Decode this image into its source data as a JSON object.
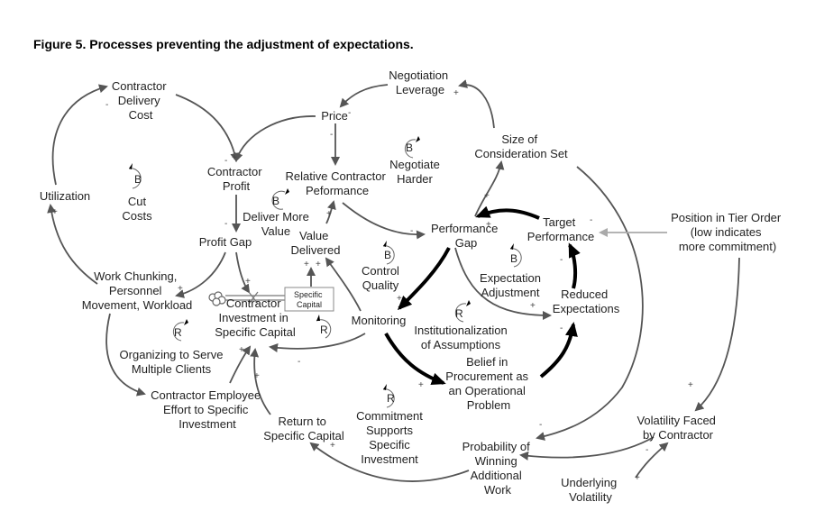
{
  "title": "Figure 5. Processes preventing the adjustment of expectations.",
  "variables": {
    "contractor_delivery_cost": [
      "Contractor",
      "Delivery",
      "Cost"
    ],
    "utilization": [
      "Utilization"
    ],
    "price": [
      "Price"
    ],
    "negotiation_leverage": [
      "Negotiation",
      "Leverage"
    ],
    "size_of_consideration_set": [
      "Size of",
      "Consideration Set"
    ],
    "contractor_profit": [
      "Contractor",
      "Profit"
    ],
    "relative_contractor_performance": [
      "Relative Contractor",
      "Peformance"
    ],
    "profit_gap": [
      "Profit Gap"
    ],
    "value_delivered": [
      "Value",
      "Delivered"
    ],
    "performance_gap": [
      "Performance",
      "Gap"
    ],
    "target_performance": [
      "Target",
      "Performance"
    ],
    "position_in_tier_order": [
      "Position in Tier Order",
      "(low indicates",
      "more commitment)"
    ],
    "work_chunking": [
      "Work Chunking,",
      "Personnel",
      "Movement, Workload"
    ],
    "contractor_investment": [
      "Contractor",
      "Investment in",
      "Specific Capital"
    ],
    "monitoring": [
      "Monitoring"
    ],
    "reduced_expectations": [
      "Reduced",
      "Expectations"
    ],
    "belief_in_procurement": [
      "Belief in",
      "Procurement as",
      "an Operational",
      "Problem"
    ],
    "contractor_employee_effort": [
      "Contractor Employee",
      "Effort to Specific",
      "Investment"
    ],
    "return_to_specific_capital": [
      "Return to",
      "Specific Capital"
    ],
    "volatility_faced": [
      "Volatility Faced",
      "by Contractor"
    ],
    "probability_of_winning": [
      "Probability of",
      "Winning",
      "Additional",
      "Work"
    ],
    "underlying_volatility": [
      "Underlying",
      "Volatility"
    ]
  },
  "stock": {
    "label": [
      "Specific",
      "Capital"
    ]
  },
  "loops": {
    "cut_costs": {
      "letter": "B",
      "label": [
        "Cut",
        "Costs"
      ]
    },
    "negotiate_harder": {
      "letter": "B",
      "label": [
        "Negotiate",
        "Harder"
      ]
    },
    "deliver_more_value": {
      "letter": "B",
      "label": [
        "Deliver More",
        "Value"
      ]
    },
    "control_quality": {
      "letter": "B",
      "label": [
        "Control",
        "Quality"
      ]
    },
    "expectation_adjustment": {
      "letter": "B",
      "label": [
        "Expectation",
        "Adjustment"
      ]
    },
    "organizing": {
      "letter": "R",
      "label": [
        "Organizing to Serve",
        "Multiple Clients"
      ]
    },
    "institutionalization": {
      "letter": "R",
      "label": [
        "Institutionalization",
        "of Assumptions"
      ]
    },
    "commitment": {
      "letter": "R",
      "label": [
        "Commitment",
        "Supports",
        "Specific",
        "Investment"
      ]
    },
    "investment_loop": {
      "letter": "R",
      "label": []
    }
  },
  "links": [
    {
      "from": "Contractor Delivery Cost",
      "to": "Contractor Profit",
      "polarity": "-"
    },
    {
      "from": "Utilization",
      "to": "Contractor Delivery Cost",
      "polarity": "-"
    },
    {
      "from": "Work Chunking, Personnel Movement, Workload",
      "to": "Utilization",
      "polarity": "+"
    },
    {
      "from": "Price",
      "to": "Contractor Profit",
      "polarity": "+"
    },
    {
      "from": "Price",
      "to": "Relative Contractor Peformance",
      "polarity": "-"
    },
    {
      "from": "Negotiation Leverage",
      "to": "Price",
      "polarity": "-"
    },
    {
      "from": "Size of Consideration Set",
      "to": "Negotiation Leverage",
      "polarity": "+"
    },
    {
      "from": "Performance Gap",
      "to": "Size of Consideration Set",
      "polarity": "+"
    },
    {
      "from": "Contractor Profit",
      "to": "Profit Gap",
      "polarity": "-"
    },
    {
      "from": "Profit Gap",
      "to": "Work Chunking, Personnel Movement, Workload",
      "polarity": "+"
    },
    {
      "from": "Profit Gap",
      "to": "Contractor Investment in Specific Capital",
      "polarity": "+"
    },
    {
      "from": "Value Delivered",
      "to": "Relative Contractor Peformance",
      "polarity": "+"
    },
    {
      "from": "Specific Capital",
      "to": "Value Delivered",
      "polarity": "+"
    },
    {
      "from": "Monitoring",
      "to": "Value Delivered",
      "polarity": "+"
    },
    {
      "from": "Relative Contractor Peformance",
      "to": "Performance Gap",
      "polarity": "-"
    },
    {
      "from": "Target Performance",
      "to": "Performance Gap",
      "polarity": "+"
    },
    {
      "from": "Performance Gap",
      "to": "Monitoring",
      "polarity": "+"
    },
    {
      "from": "Performance Gap",
      "to": "Reduced Expectations",
      "polarity": "+"
    },
    {
      "from": "Reduced Expectations",
      "to": "Target Performance",
      "polarity": "-"
    },
    {
      "from": "Position in Tier Order",
      "to": "Target Performance",
      "polarity": "-"
    },
    {
      "from": "Position in Tier Order",
      "to": "Volatility Faced by Contractor",
      "polarity": "+"
    },
    {
      "from": "Monitoring",
      "to": "Belief in Procurement as an Operational Problem",
      "polarity": "+"
    },
    {
      "from": "Belief in Procurement as an Operational Problem",
      "to": "Reduced Expectations",
      "polarity": "-"
    },
    {
      "from": "Monitoring",
      "to": "Contractor Investment in Specific Capital",
      "polarity": "-"
    },
    {
      "from": "Work Chunking, Personnel Movement, Workload",
      "to": "Contractor Employee Effort to Specific Investment",
      "polarity": "-"
    },
    {
      "from": "Contractor Employee Effort to Specific Investment",
      "to": "Contractor Investment in Specific Capital",
      "polarity": "+"
    },
    {
      "from": "Return to Specific Capital",
      "to": "Contractor Investment in Specific Capital",
      "polarity": "+"
    },
    {
      "from": "Probability of Winning Additional Work",
      "to": "Return to Specific Capital",
      "polarity": "+"
    },
    {
      "from": "Size of Consideration Set",
      "to": "Probability of Winning Additional Work",
      "polarity": "-"
    },
    {
      "from": "Volatility Faced by Contractor",
      "to": "Probability of Winning Additional Work",
      "polarity": "-"
    },
    {
      "from": "Underlying Volatility",
      "to": "Volatility Faced by Contractor",
      "polarity": "+"
    }
  ]
}
